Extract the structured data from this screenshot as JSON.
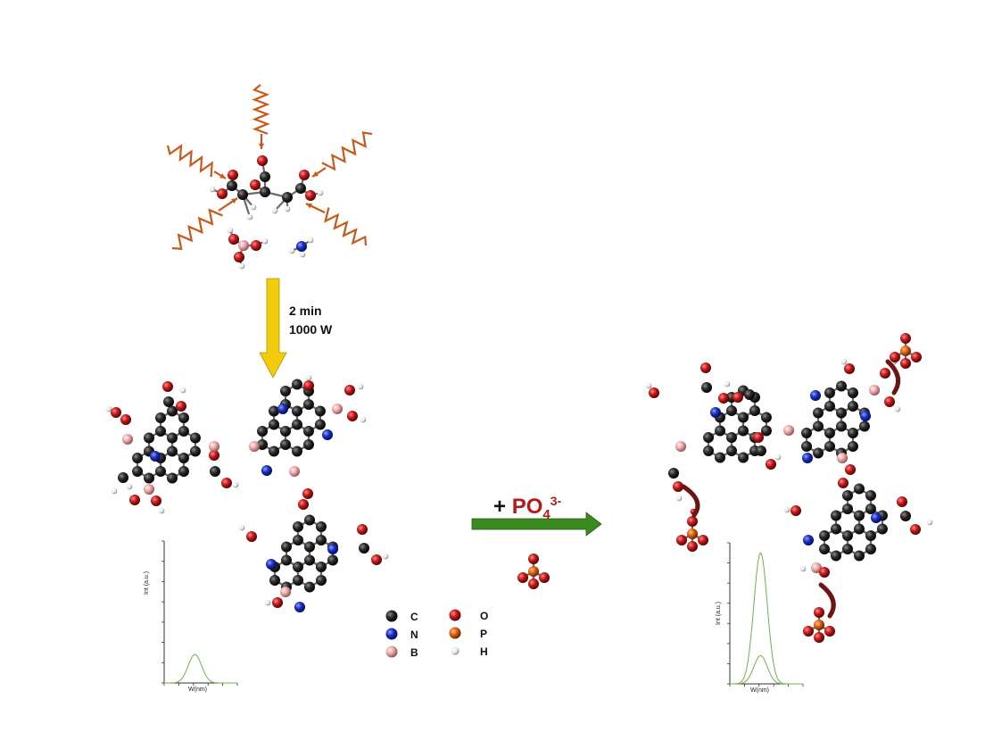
{
  "reaction": {
    "step_time": "2 min",
    "step_power": "1000 W",
    "reagent_prefix": "+ ",
    "reagent_formula": "PO",
    "reagent_subscript": "4",
    "reagent_superscript": "3-"
  },
  "legend": [
    {
      "symbol": "C",
      "color": "#151515"
    },
    {
      "symbol": "N",
      "color": "#1b2fc2"
    },
    {
      "symbol": "B",
      "color": "#e8a2a2"
    },
    {
      "symbol": "O",
      "color": "#c41a1a"
    },
    {
      "symbol": "P",
      "color": "#e2610e"
    },
    {
      "symbol": "H",
      "color": "#f2f2f2"
    }
  ],
  "spectrum_left": {
    "ylabel": "Int (a.u.)",
    "xlabel": "W(nm)",
    "curves": [
      {
        "peak_rel": 0.2
      }
    ]
  },
  "spectrum_right": {
    "ylabel": "Int (a.u.)",
    "xlabel": "W(nm)",
    "curves": [
      {
        "peak_rel": 0.93
      },
      {
        "peak_rel": 0.2
      }
    ]
  },
  "colors": {
    "microwave": "#c8591a",
    "step_arrow": "#f0cc0c",
    "reaction_arrow": "#3b8a1f",
    "binding_arrow": "#6e1414",
    "spectrum_line": "#6fb24a"
  }
}
